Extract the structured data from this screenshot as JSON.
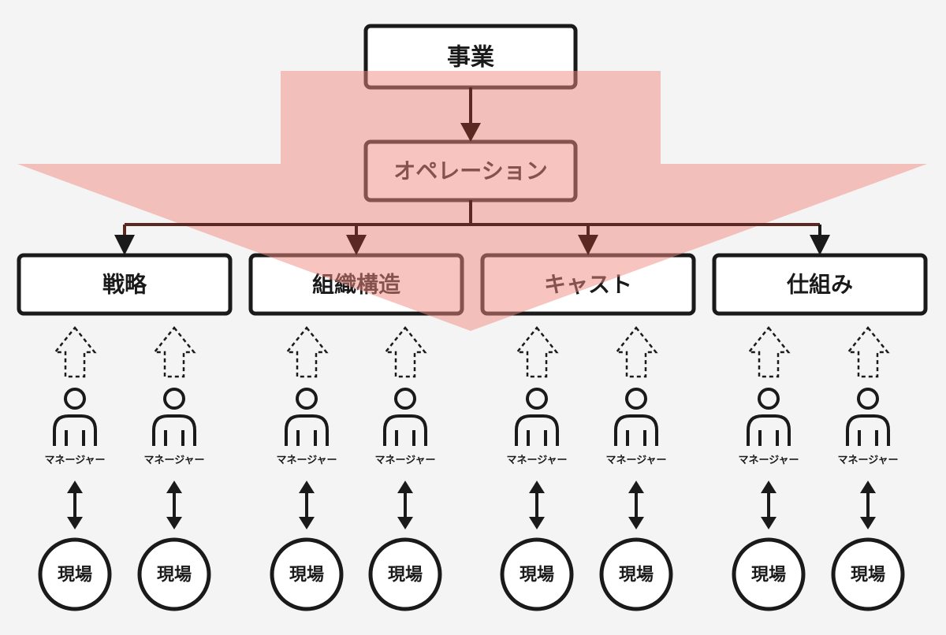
{
  "top": {
    "business": "事業",
    "operation": "オペレーション"
  },
  "categories": [
    {
      "label": "戦略"
    },
    {
      "label": "組織構造"
    },
    {
      "label": "キャスト"
    },
    {
      "label": "仕組み"
    }
  ],
  "manager_label": "マネージャー",
  "site_label": "現場",
  "colors": {
    "funnel": "#f08a80",
    "stroke": "#1a1a1a",
    "arrow_dark": "#5a2a22",
    "background": "#f4f4f4"
  }
}
